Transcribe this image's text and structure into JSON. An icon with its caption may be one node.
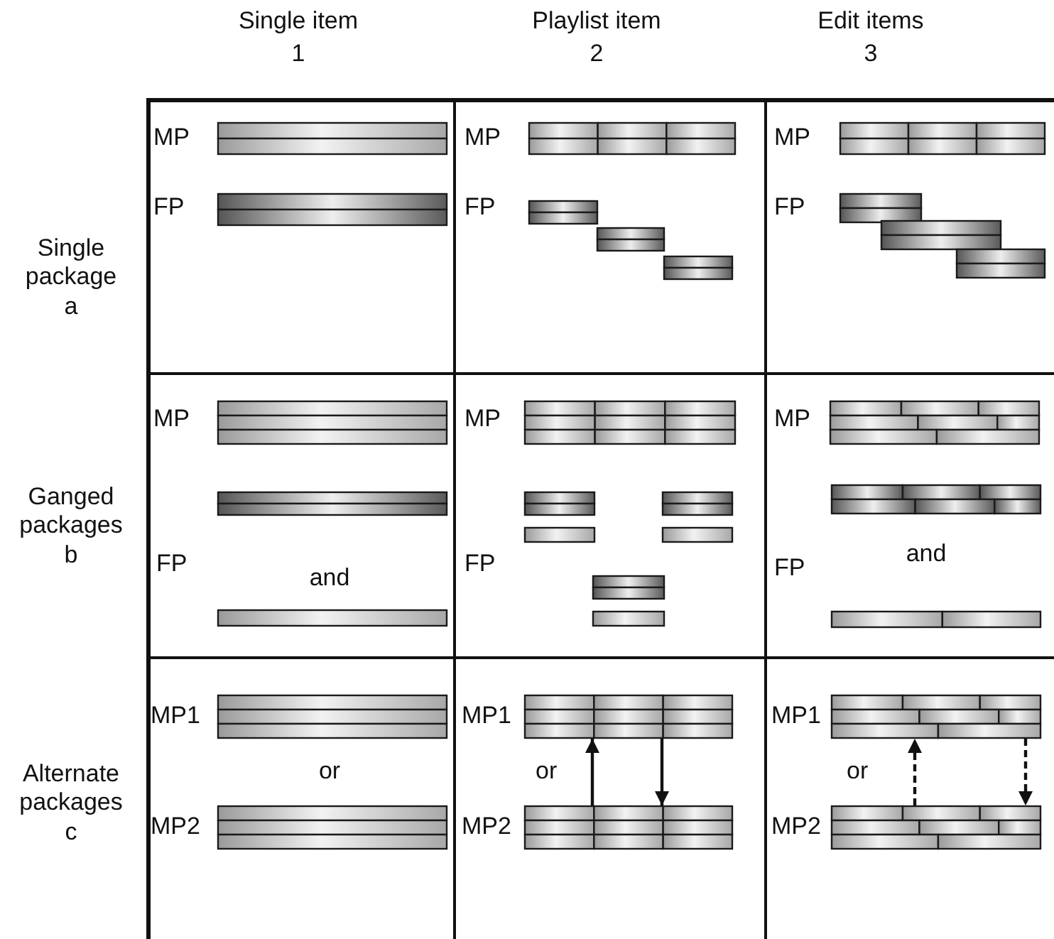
{
  "diagram": {
    "nodes": [
      {
        "text": [],
        "shape": "bar"
      },
      {
        "text": [],
        "shape": "bar"
      },
      {
        "text": [],
        "shape": "bar"
      },
      {
        "text": [],
        "shape": "bar"
      }
    ],
    "edges": [
      {
        "from": 1,
        "to": 0,
        "arrow": "to"
      },
      {
        "from": 0,
        "to": 1,
        "arrow": "to"
      },
      {
        "from": 3,
        "to": 2,
        "arrow": "to",
        "style": "dashed"
      },
      {
        "from": 2,
        "to": 3,
        "arrow": "to",
        "style": "dashed"
      }
    ],
    "labels": [
      "Single item",
      "1",
      "Playlist item",
      "2",
      "Edit items",
      "3",
      "Single package",
      "a",
      "MP",
      "MP",
      "MP",
      "FP",
      "FP",
      "FP",
      "Ganged packages",
      "b",
      "MP",
      "MP",
      "MP",
      "FP",
      "and",
      "FP",
      "FP",
      "and",
      "Alternate packages",
      "c",
      "MP1",
      "MP1",
      "MP1",
      "or",
      "or",
      "or",
      "MP2",
      "MP2",
      "MP2"
    ]
  }
}
